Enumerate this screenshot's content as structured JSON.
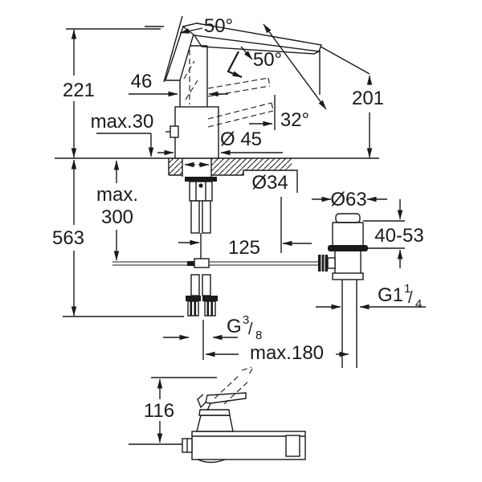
{
  "drawing": {
    "background": "#ffffff",
    "line_color": "#1a1a1a",
    "subject": "single-lever basin mixer faucet with pop-up waste, dimensional drawing",
    "labels": {
      "spout_swivel_angle": "50°",
      "handle_open_angle": "50°",
      "height_to_spout_top": "221",
      "body_width": "46",
      "deck_thickness_max": "max.30",
      "spout_outlet_height": "201",
      "handle_tilt_angle": "32°",
      "body_diameter": "Ø 45",
      "hole_diameter": "Ø34",
      "mounting_depth_max_line1": "max.",
      "mounting_depth_max_line2": "300",
      "total_length_below": "563",
      "rod_offset": "125",
      "waste_flange_diameter": "Ø63",
      "waste_adjust_range": "40-53",
      "waste_thread_base": "G1",
      "waste_thread_numerator": "1",
      "fraction_slash": "/",
      "waste_thread_denominator": "4",
      "hose_thread_base": "G",
      "hose_thread_numerator": "3",
      "hose_thread_denominator": "8",
      "reach_max": "max.180",
      "side_view_height": "116"
    }
  }
}
